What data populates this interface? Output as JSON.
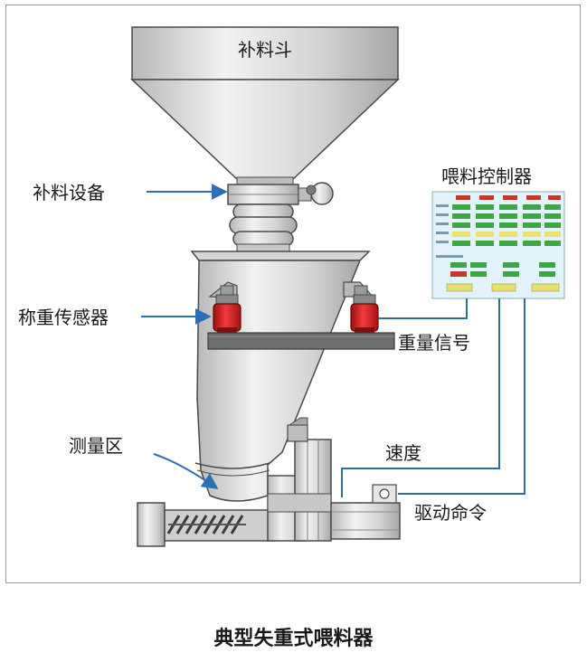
{
  "labels": {
    "hopper": "补料斗",
    "feed_device": "补料设备",
    "controller": "喂料控制器",
    "load_cell": "称重传感器",
    "weight_signal": "重量信号",
    "measure_zone": "测量区",
    "speed": "速度",
    "drive_command": "驱动命令"
  },
  "caption": "典型失重式喂料器",
  "colors": {
    "metal_light": "#e6e6e6",
    "metal_mid": "#c4c4c4",
    "metal_dark": "#8a8a8a",
    "outline": "#4a4a4a",
    "load_cell_red": "#d41f1f",
    "platform": "#6e6e6e",
    "signal_line": "#2f6f8f",
    "arrow_blue": "#2c6fb5",
    "panel_bg": "#e2f3fb",
    "panel_green": "#3ea646",
    "panel_red": "#c0392b",
    "panel_yellow": "#e8e070"
  }
}
